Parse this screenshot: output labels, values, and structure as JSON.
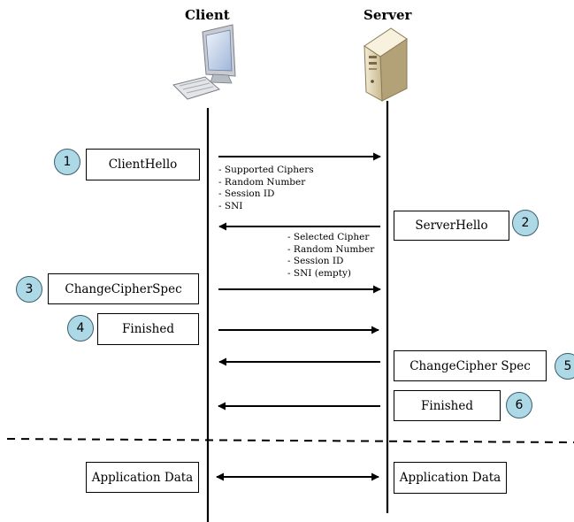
{
  "headers": {
    "client": "Client",
    "server": "Server"
  },
  "steps": [
    {
      "num": "1",
      "label": "ClientHello"
    },
    {
      "num": "2",
      "label": "ServerHello"
    },
    {
      "num": "3",
      "label": "ChangeCipherSpec"
    },
    {
      "num": "4",
      "label": "Finished"
    },
    {
      "num": "5",
      "label": "ChangeCipher Spec"
    },
    {
      "num": "6",
      "label": "Finished"
    }
  ],
  "client_hello_notes": [
    "- Supported Ciphers",
    "- Random Number",
    "- Session ID",
    "- SNI"
  ],
  "server_hello_notes": [
    "- Selected Cipher",
    "- Random Number",
    "- Session ID",
    "- SNI (empty)"
  ],
  "application_data": {
    "client": "Application Data",
    "server": "Application Data"
  },
  "icons": {
    "client": "desktop-computer-icon",
    "server": "server-tower-icon"
  }
}
